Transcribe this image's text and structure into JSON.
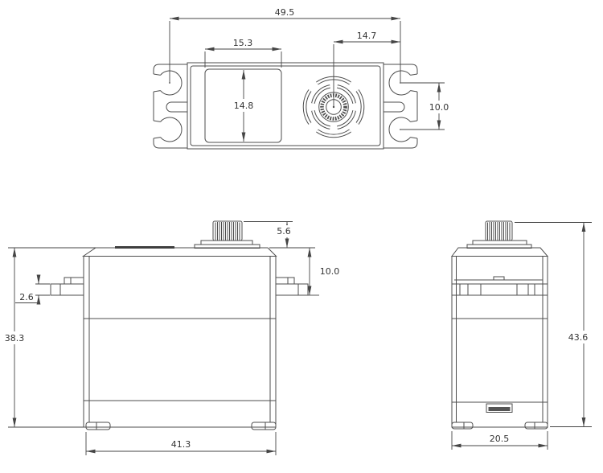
{
  "drawing": {
    "type": "servo-motor-dimension-drawing",
    "views": [
      "top-view",
      "front-view",
      "side-view"
    ],
    "colors": {
      "line": "#4d4d4d",
      "text": "#333333",
      "background": "#ffffff"
    }
  },
  "dims": {
    "top": {
      "hole_span": "49.5",
      "cover_width": "15.3",
      "shaft_to_hole": "14.7",
      "cover_depth": "14.8",
      "hole_pitch": "10.0"
    },
    "front": {
      "shaft_height": "5.6",
      "top_to_flange": "10.0",
      "flange_thickness": "2.6",
      "body_height": "38.3",
      "body_length": "41.3"
    },
    "side": {
      "overall_height": "43.6",
      "body_width": "20.5"
    }
  }
}
